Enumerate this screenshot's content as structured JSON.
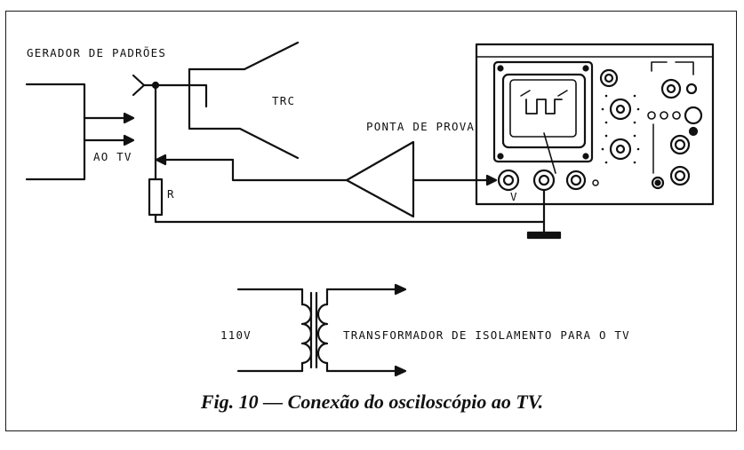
{
  "labels": {
    "generator": "GERADOR DE PADRÕES",
    "to_tv": "AO TV",
    "crt": "TRC",
    "probe": "PONTA DE PROVA",
    "resistor": "R",
    "v_input": "V",
    "mains": "110V",
    "transformer": "TRANSFORMADOR DE ISOLAMENTO PARA O TV"
  },
  "caption": "Fig. 10 — Conexão do osciloscópio ao TV."
}
